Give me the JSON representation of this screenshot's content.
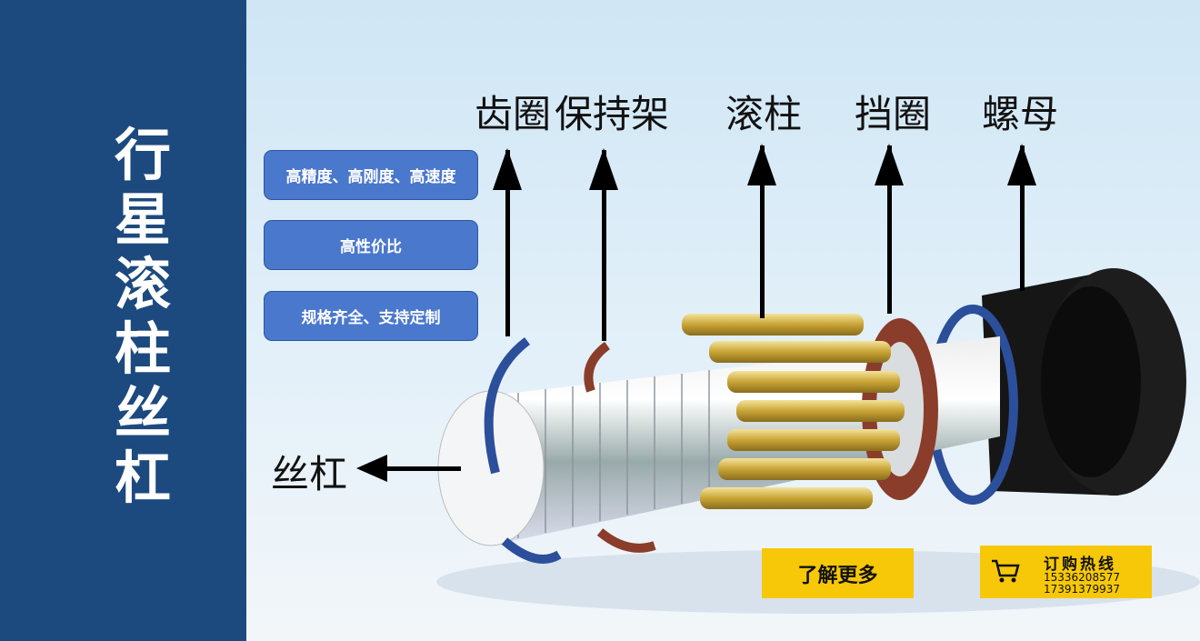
{
  "title": "行星滚柱丝杠",
  "features": [
    "高精度、高刚度、高速度",
    "高性价比",
    "规格齐全、支持定制"
  ],
  "parts": {
    "ring_gear": "齿圈",
    "cage": "保持架",
    "roller": "滚柱",
    "retainer": "挡圈",
    "nut": "螺母",
    "screw": "丝杠"
  },
  "learn_more": "了解更多",
  "hotline": {
    "label": "订购热线",
    "phones": [
      "15336208577",
      "17391379937"
    ],
    "icon": "cart-icon"
  },
  "colors": {
    "panel": "#1c4a7f",
    "button": "#f7c808",
    "feature": "#4a78cc"
  }
}
